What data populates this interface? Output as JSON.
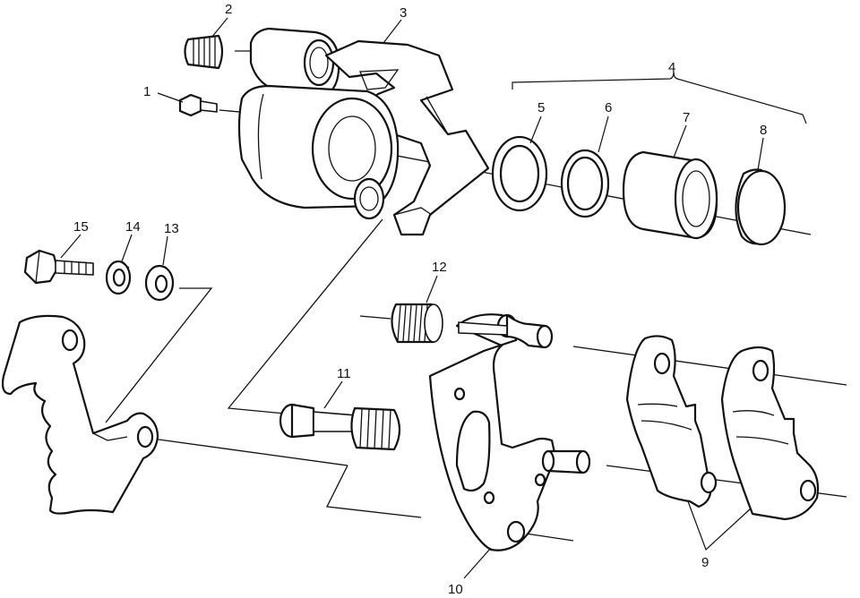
{
  "labels": {
    "p1": "1",
    "p2": "2",
    "p3": "3",
    "p4": "4",
    "p5": "5",
    "p6": "6",
    "p7": "7",
    "p8": "8",
    "p9": "9",
    "p10": "10",
    "p11": "11",
    "p12": "12",
    "p13": "13",
    "p14": "14",
    "p15": "15"
  },
  "colors": {
    "line": "#111111",
    "background": "#ffffff"
  }
}
